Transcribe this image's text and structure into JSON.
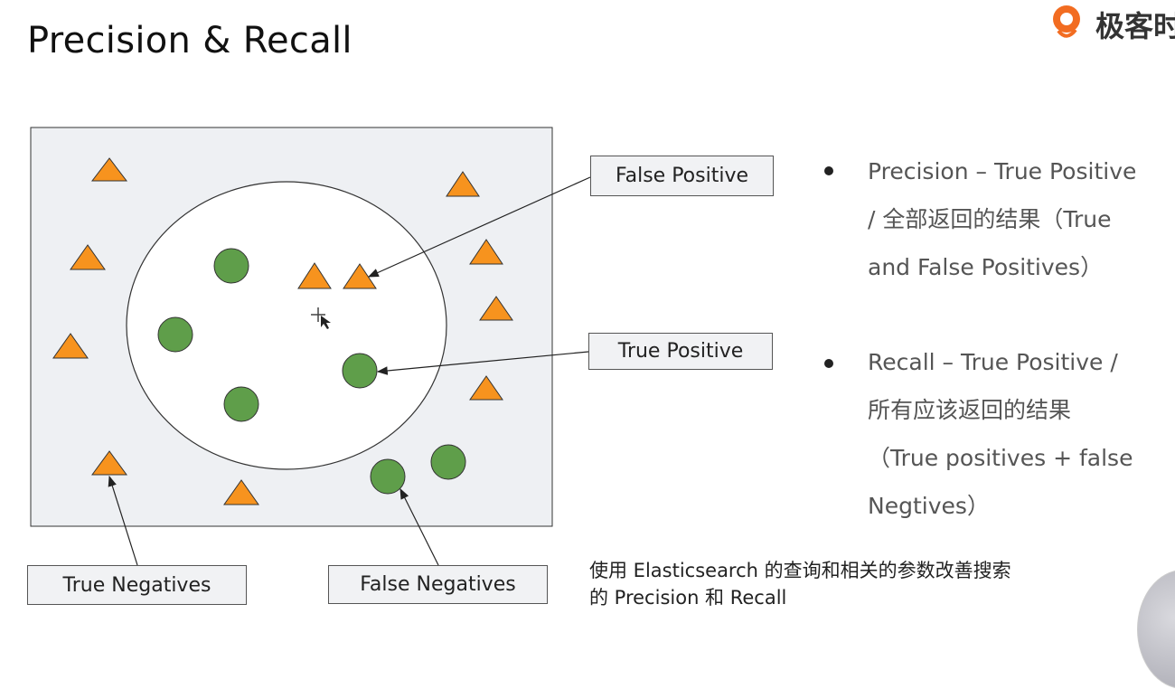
{
  "title": "Precision & Recall",
  "logo": {
    "text": "极客时",
    "accent_color": "#f26c21"
  },
  "labels": {
    "false_positive": "False Positive",
    "true_positive": "True Positive",
    "true_negatives": "True Negatives",
    "false_negatives": "False Negatives"
  },
  "bullets": [
    {
      "text": "Precision – True Positive\n/ 全部返回的结果（True\nand False Positives）"
    },
    {
      "text": "Recall – True Positive /\n所有应该返回的结果\n（True positives + false\nNegtives）"
    }
  ],
  "note": {
    "line1": "使用 Elasticsearch 的查询和相关的参数改善搜索",
    "line2": "的 Precision 和 Recall"
  },
  "colors": {
    "triangle_fill": "#f7931e",
    "circle_fill": "#5f9e4a",
    "outer_rect_fill": "#eef0f3"
  },
  "icons": {
    "cursor": "move-cursor-icon"
  }
}
